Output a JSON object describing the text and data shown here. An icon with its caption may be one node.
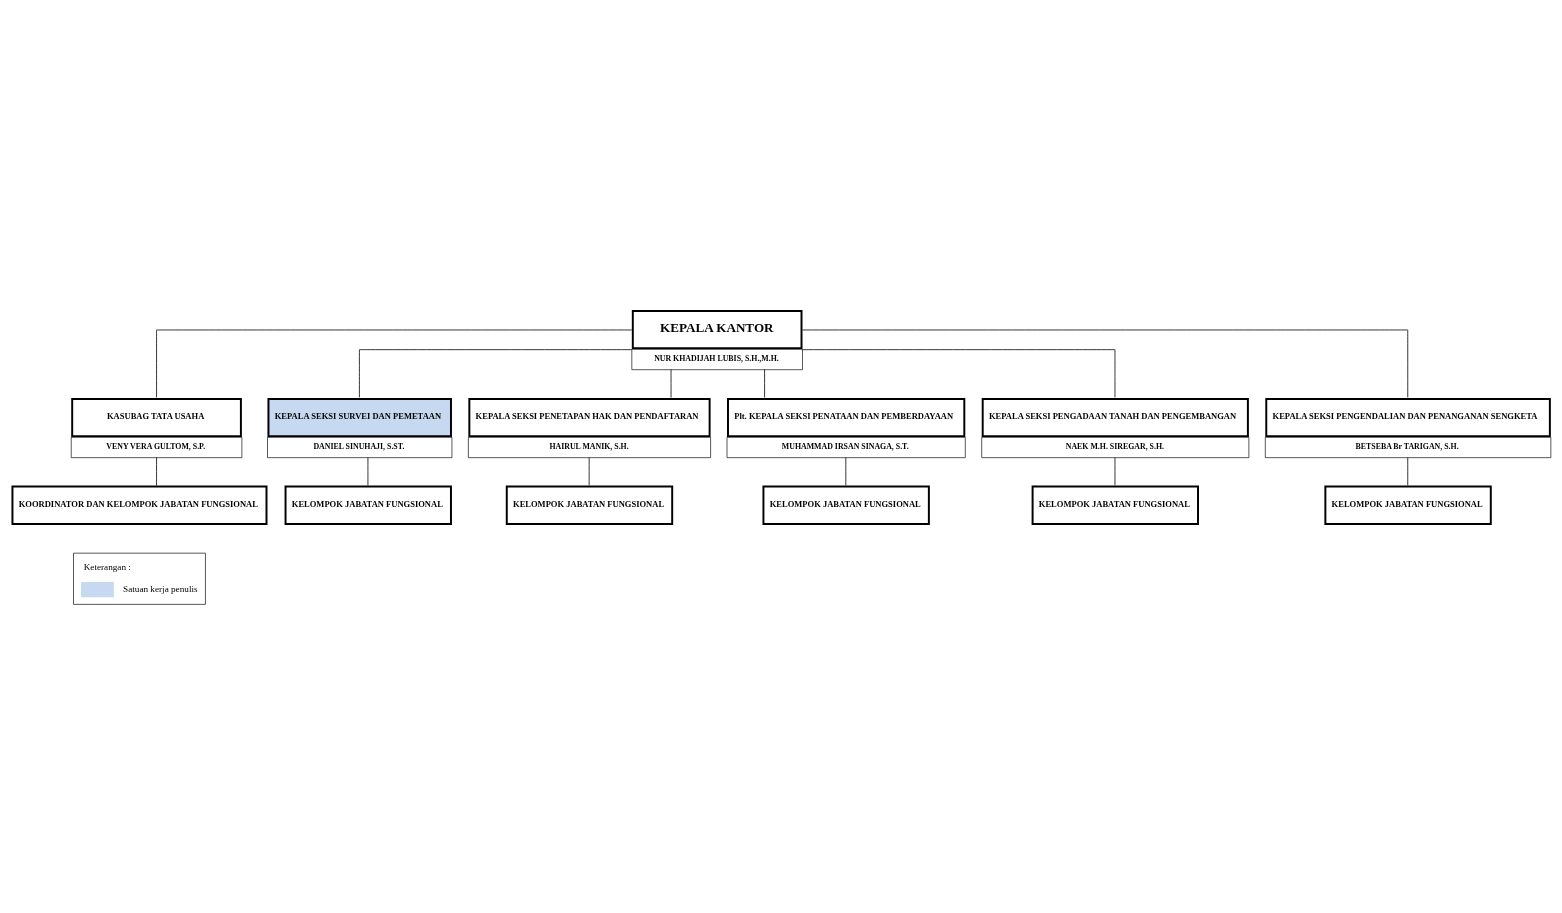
{
  "diagram": {
    "nodes": [
      {
        "text": [
          "KEPALA KANTOR",
          "NUR KHADIJAH LUBIS, S.H.,M.H."
        ]
      },
      {
        "text": [
          "KASUBAG TATA USAHA",
          "VENY VERA GULTOM, S.P."
        ]
      },
      {
        "text": [
          "KOORDINATOR DAN KELOMPOK JABATAN FUNGSIONAL"
        ]
      },
      {
        "text": [
          "KEPALA SEKSI SURVEI DAN PEMETAAN",
          "DANIEL SINUHAJI, S.ST."
        ]
      },
      {
        "text": [
          "KEPALA SEKSI PENETAPAN HAK DAN PENDAFTARAN",
          "HAIRUL MANIK, S.H."
        ]
      },
      {
        "text": [
          "Plt. KEPALA SEKSI PENATAAN DAN PEMBERDAYAAN",
          "MUHAMMAD IRSAN SINAGA, S.T."
        ]
      },
      {
        "text": [
          "KEPALA SEKSI PENGADAAN TANAH DAN PENGEMBANGAN",
          "NAEK M.H. SIREGAR, S.H."
        ]
      },
      {
        "text": [
          "KEPALA SEKSI PENGENDALIAN DAN PENANGANAN SENGKETA",
          "BETSEBA Br TARIGAN, S.H."
        ]
      },
      {
        "text": [
          "KELOMPOK JABATAN FUNGSIONAL"
        ]
      },
      {
        "text": [
          "KELOMPOK JABATAN FUNGSIONAL"
        ]
      },
      {
        "text": [
          "KELOMPOK JABATAN FUNGSIONAL"
        ]
      },
      {
        "text": [
          "KELOMPOK JABATAN FUNGSIONAL"
        ]
      },
      {
        "text": [
          "KELOMPOK JABATAN FUNGSIONAL"
        ]
      }
    ],
    "edges": [
      {
        "from": 0,
        "to": 1,
        "arrow": "none"
      },
      {
        "from": 1,
        "to": 2,
        "arrow": "none"
      },
      {
        "from": 0,
        "to": 3,
        "arrow": "none"
      },
      {
        "from": 0,
        "to": 4,
        "arrow": "none"
      },
      {
        "from": 0,
        "to": 5,
        "arrow": "none"
      },
      {
        "from": 0,
        "to": 6,
        "arrow": "none"
      },
      {
        "from": 0,
        "to": 7,
        "arrow": "none"
      },
      {
        "from": 3,
        "to": 8,
        "arrow": "none"
      },
      {
        "from": 4,
        "to": 9,
        "arrow": "none"
      },
      {
        "from": 5,
        "to": 10,
        "arrow": "none"
      },
      {
        "from": 6,
        "to": 11,
        "arrow": "none"
      },
      {
        "from": 7,
        "to": 12,
        "arrow": "none"
      }
    ],
    "labels": [
      "Keterangan :"
    ],
    "legend": [
      {
        "text": "Satuan kerja penulis",
        "color": "#c6d9f1"
      }
    ]
  }
}
